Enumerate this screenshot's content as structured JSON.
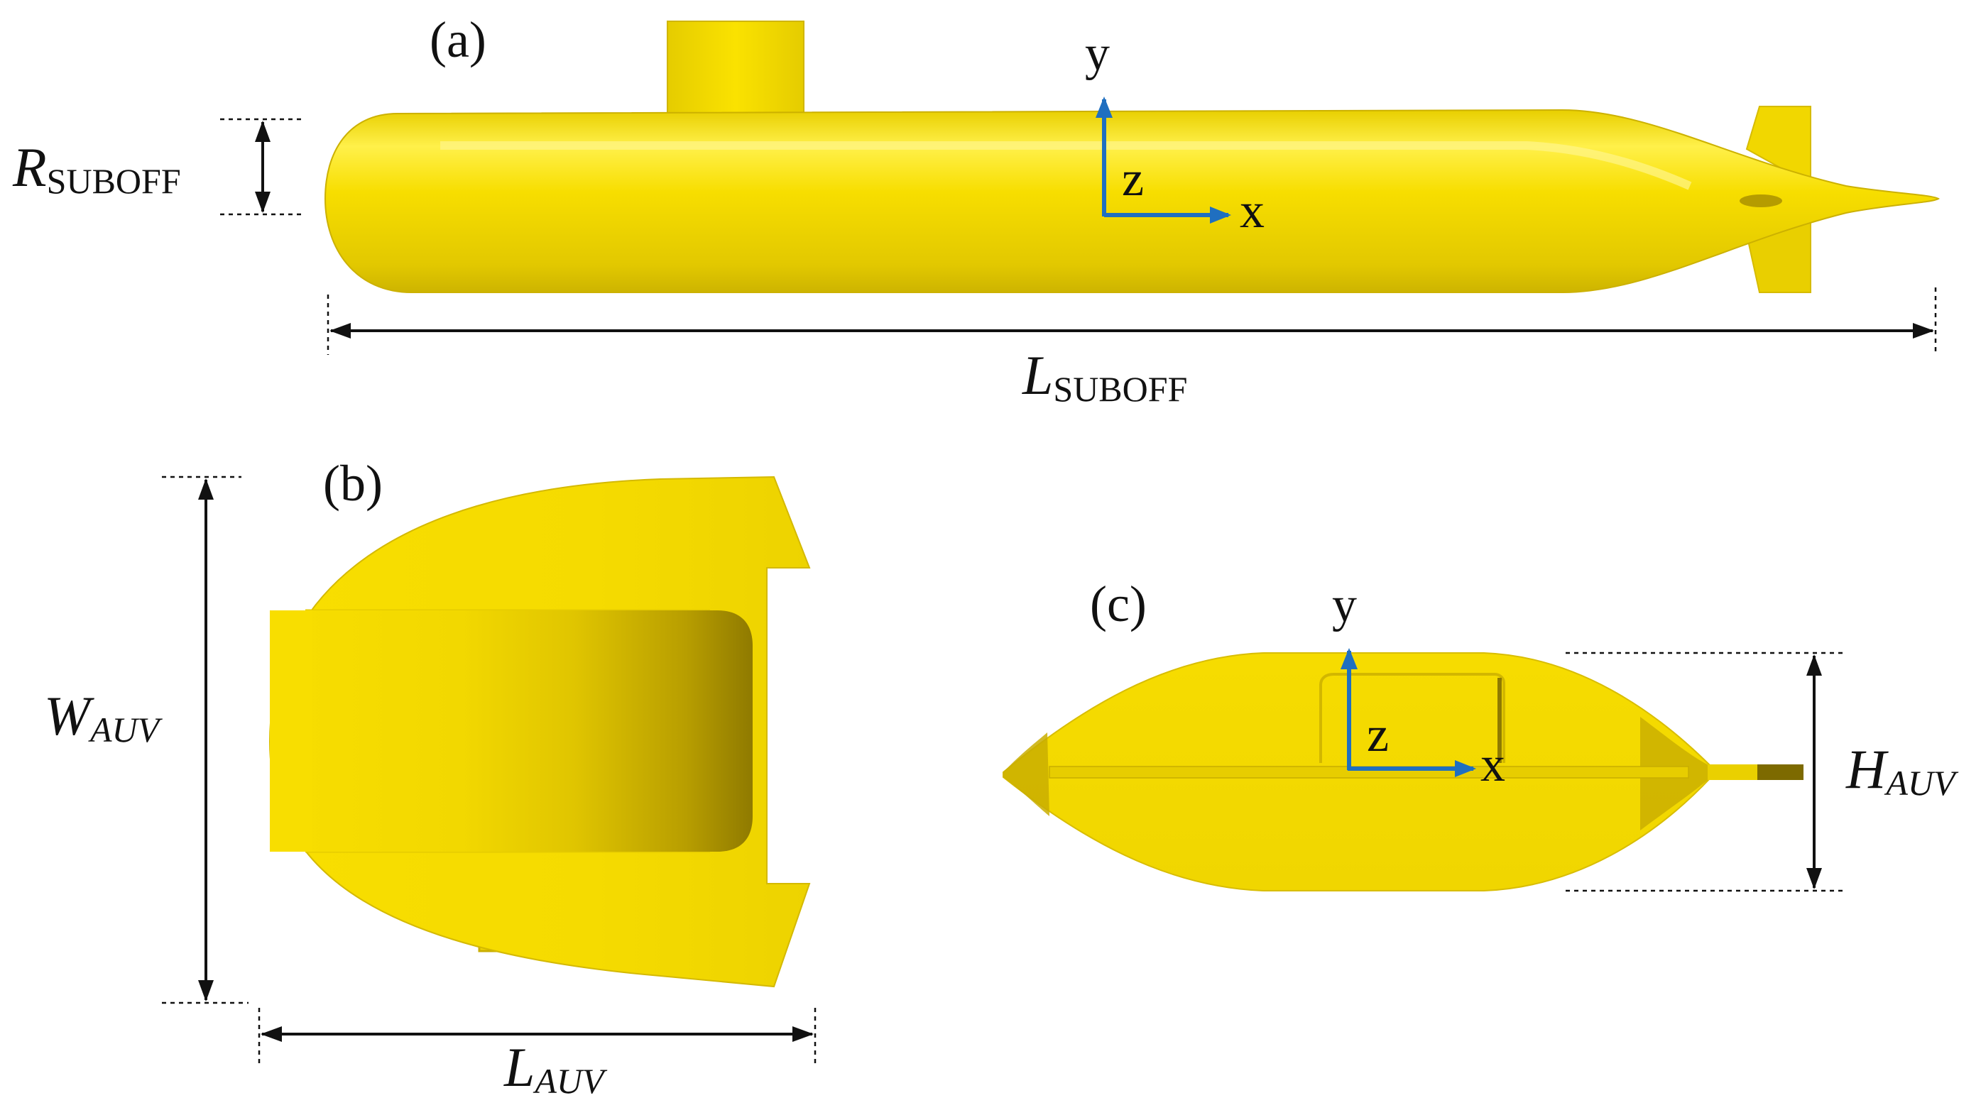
{
  "panels": {
    "a": {
      "label": "(a)"
    },
    "b": {
      "label": "(b)"
    },
    "c": {
      "label": "(c)"
    }
  },
  "axes": {
    "x": "x",
    "y": "y",
    "z": "z"
  },
  "dimensions": {
    "r_suboff": {
      "main": "R",
      "sub": "SUBOFF"
    },
    "l_suboff": {
      "main": "L",
      "sub": "SUBOFF"
    },
    "w_auv": {
      "main": "W",
      "sub": "AUV"
    },
    "l_auv": {
      "main": "L",
      "sub": "AUV"
    },
    "h_auv": {
      "main": "H",
      "sub": "AUV"
    }
  },
  "colors": {
    "body": "#f5dc00",
    "shadow": "#d9bf00",
    "axis": "#1f6fc0",
    "line": "#111111"
  }
}
